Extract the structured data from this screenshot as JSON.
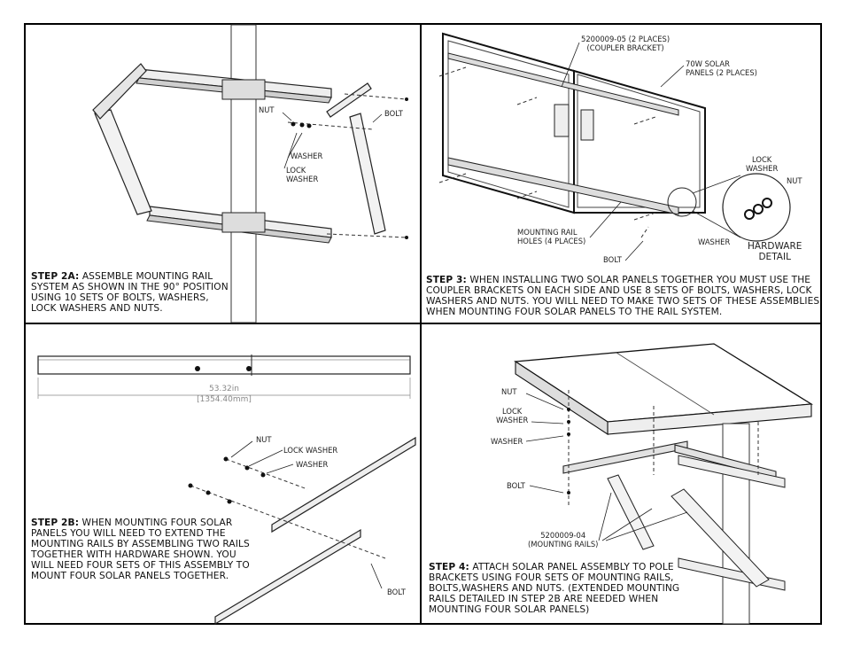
{
  "step2a": {
    "label": "STEP 2A:",
    "text": " ASSEMBLE MOUNTING RAIL SYSTEM AS SHOWN IN THE 90° POSITION USING 10 SETS OF BOLTS, WASHERS, LOCK WASHERS AND NUTS.",
    "callouts": {
      "nut": "NUT",
      "bolt": "BOLT",
      "washer": "WASHER",
      "lock_washer_1": "LOCK",
      "lock_washer_2": "WASHER"
    }
  },
  "step3": {
    "label": "STEP 3:",
    "text": " WHEN INSTALLING TWO SOLAR PANELS TOGETHER YOU MUST USE THE COUPLER BRACKETS ON EACH SIDE AND USE 8 SETS OF BOLTS, WASHERS, LOCK WASHERS AND NUTS. YOU WILL NEED TO MAKE TWO SETS OF THESE ASSEMBLIES WHEN MOUNTING FOUR SOLAR PANELS TO THE RAIL SYSTEM.",
    "callouts": {
      "coupler_1": "5200009-05 (2 PLACES)",
      "coupler_2": "(COUPLER BRACKET)",
      "panels_1": "70W SOLAR",
      "panels_2": "PANELS (2 PLACES)",
      "rail_holes_1": "MOUNTING RAIL",
      "rail_holes_2": "HOLES (4 PLACES)",
      "bolt": "BOLT",
      "lock_washer_1": "LOCK",
      "lock_washer_2": "WASHER",
      "nut": "NUT",
      "washer": "WASHER",
      "detail_1": "HARDWARE",
      "detail_2": "DETAIL"
    }
  },
  "step2b": {
    "label": "STEP 2B:",
    "text": " WHEN MOUNTING FOUR SOLAR PANELS YOU WILL NEED TO EXTEND THE MOUNTING RAILS BY ASSEMBLING TWO RAILS TOGETHER WITH HARDWARE SHOWN. YOU WILL NEED FOUR SETS OF THIS ASSEMBLY TO MOUNT FOUR SOLAR PANELS TOGETHER.",
    "dimension_in": "53.32in",
    "dimension_mm": "[1354.40mm]",
    "callouts": {
      "nut": "NUT",
      "lock_washer": "LOCK WASHER",
      "washer": "WASHER",
      "bolt": "BOLT"
    }
  },
  "step4": {
    "label": "STEP 4:",
    "text": " ATTACH SOLAR PANEL ASSEMBLY TO POLE BRACKETS USING FOUR SETS OF MOUNTING RAILS, BOLTS,WASHERS AND NUTS. (EXTENDED MOUNTING RAILS DETAILED IN STEP 2B ARE NEEDED WHEN MOUNTING FOUR SOLAR PANELS)",
    "callouts": {
      "nut": "NUT",
      "lock_washer_1": "LOCK",
      "lock_washer_2": "WASHER",
      "washer": "WASHER",
      "bolt": "BOLT",
      "rails_1": "5200009-04",
      "rails_2": "(MOUNTING RAILS)"
    }
  }
}
